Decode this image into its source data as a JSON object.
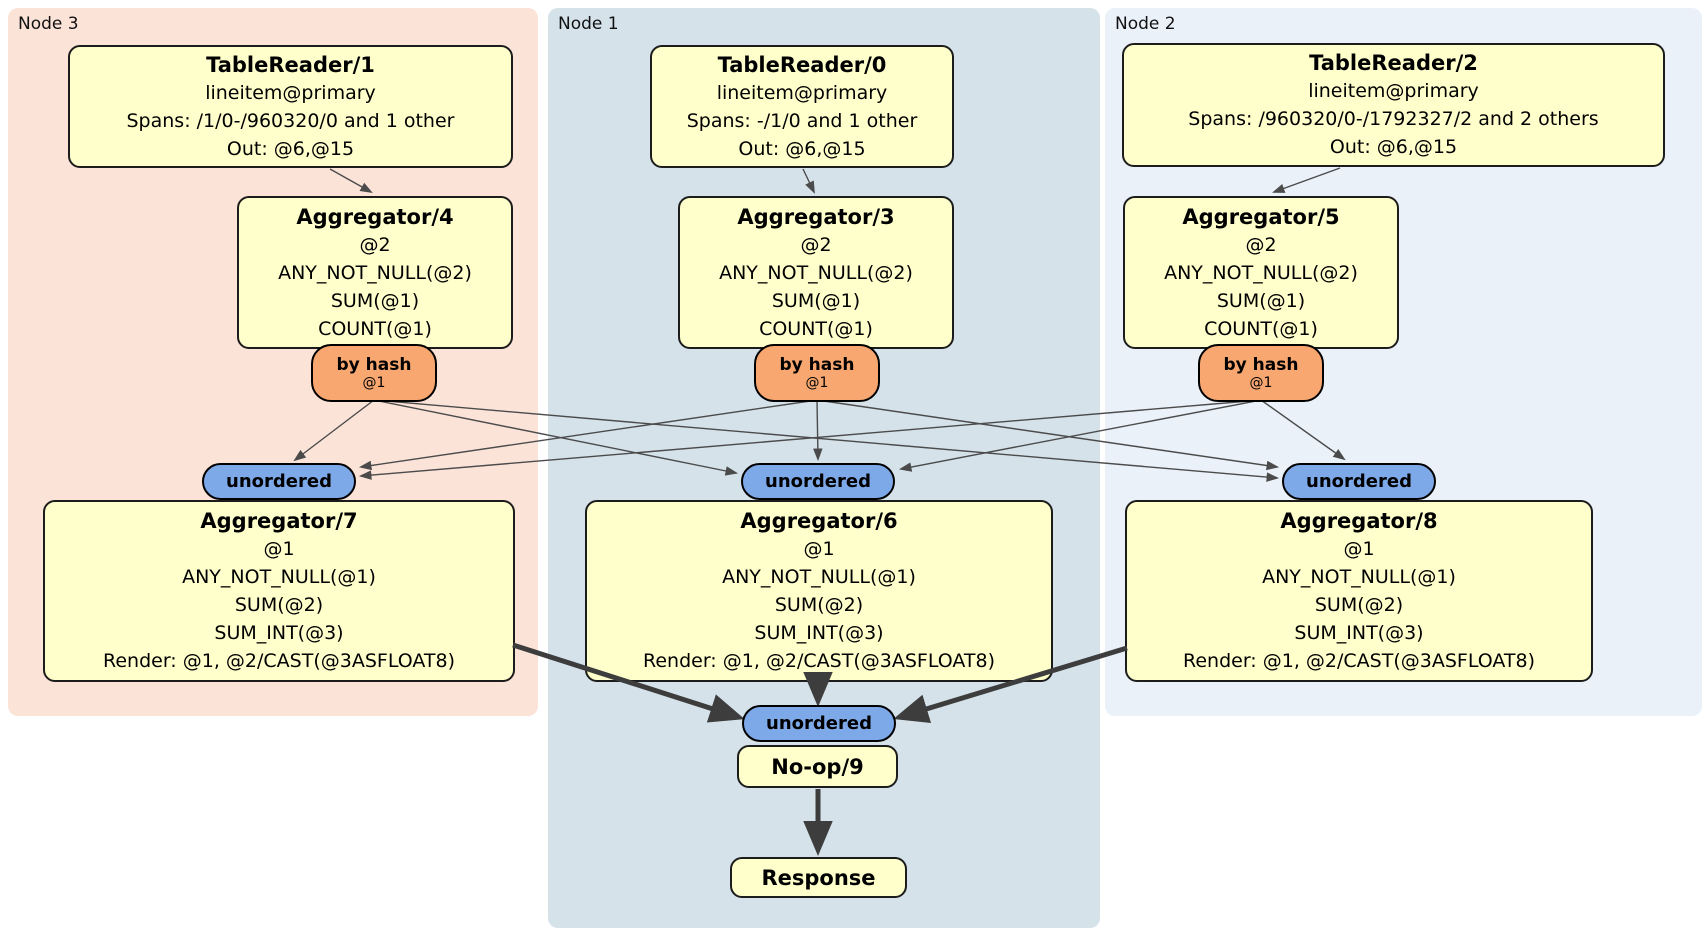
{
  "regions": {
    "node3": {
      "label": "Node 3",
      "color": "#fce3d8"
    },
    "node1": {
      "label": "Node 1",
      "color": "#d5e2ea"
    },
    "node2": {
      "label": "Node 2",
      "color": "#eaf1f9"
    }
  },
  "nodes": {
    "tr1": {
      "title": "TableReader/1",
      "lines": [
        "lineitem@primary",
        "Spans: /1/0-/960320/0 and 1 other",
        "Out: @6,@15"
      ]
    },
    "tr0": {
      "title": "TableReader/0",
      "lines": [
        "lineitem@primary",
        "Spans: -/1/0 and 1 other",
        "Out: @6,@15"
      ]
    },
    "tr2": {
      "title": "TableReader/2",
      "lines": [
        "lineitem@primary",
        "Spans: /960320/0-/1792327/2 and 2 others",
        "Out: @6,@15"
      ]
    },
    "agg4": {
      "title": "Aggregator/4",
      "lines": [
        "@2",
        "ANY_NOT_NULL(@2)",
        "SUM(@1)",
        "COUNT(@1)"
      ]
    },
    "agg3": {
      "title": "Aggregator/3",
      "lines": [
        "@2",
        "ANY_NOT_NULL(@2)",
        "SUM(@1)",
        "COUNT(@1)"
      ]
    },
    "agg5": {
      "title": "Aggregator/5",
      "lines": [
        "@2",
        "ANY_NOT_NULL(@2)",
        "SUM(@1)",
        "COUNT(@1)"
      ]
    },
    "agg7": {
      "title": "Aggregator/7",
      "lines": [
        "@1",
        "ANY_NOT_NULL(@1)",
        "SUM(@2)",
        "SUM_INT(@3)",
        "Render: @1, @2/CAST(@3ASFLOAT8)"
      ]
    },
    "agg6": {
      "title": "Aggregator/6",
      "lines": [
        "@1",
        "ANY_NOT_NULL(@1)",
        "SUM(@2)",
        "SUM_INT(@3)",
        "Render: @1, @2/CAST(@3ASFLOAT8)"
      ]
    },
    "agg8": {
      "title": "Aggregator/8",
      "lines": [
        "@1",
        "ANY_NOT_NULL(@1)",
        "SUM(@2)",
        "SUM_INT(@3)",
        "Render: @1, @2/CAST(@3ASFLOAT8)"
      ]
    },
    "noop": {
      "title": "No-op/9"
    },
    "response": {
      "title": "Response"
    }
  },
  "router": {
    "label": "by hash",
    "detail": "@1"
  },
  "stream_label": "unordered",
  "edges": [
    {
      "from": "tr1",
      "to": "agg4"
    },
    {
      "from": "tr0",
      "to": "agg3"
    },
    {
      "from": "tr2",
      "to": "agg5"
    },
    {
      "from": "agg4-by-hash",
      "to": "unordered-left"
    },
    {
      "from": "agg4-by-hash",
      "to": "unordered-mid"
    },
    {
      "from": "agg4-by-hash",
      "to": "unordered-right"
    },
    {
      "from": "agg3-by-hash",
      "to": "unordered-left"
    },
    {
      "from": "agg3-by-hash",
      "to": "unordered-mid"
    },
    {
      "from": "agg3-by-hash",
      "to": "unordered-right"
    },
    {
      "from": "agg5-by-hash",
      "to": "unordered-left"
    },
    {
      "from": "agg5-by-hash",
      "to": "unordered-mid"
    },
    {
      "from": "agg5-by-hash",
      "to": "unordered-right"
    },
    {
      "from": "agg7",
      "to": "unordered-bottom"
    },
    {
      "from": "agg6",
      "to": "unordered-bottom"
    },
    {
      "from": "agg8",
      "to": "unordered-bottom"
    },
    {
      "from": "noop",
      "to": "response"
    }
  ],
  "colors": {
    "region_node3": "#fce3d8",
    "region_node1": "#d5e2ea",
    "region_node2": "#eaf1f9",
    "processor_fill": "#ffffcc",
    "router_fill": "#f7a76f",
    "stream_fill": "#7ea9e9",
    "edge": "#4b4b4b",
    "edge_thick": "#3d3d3d"
  }
}
